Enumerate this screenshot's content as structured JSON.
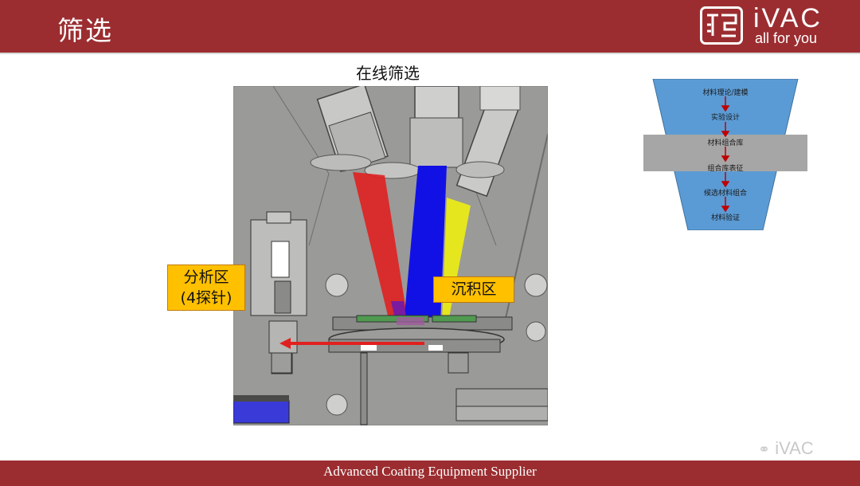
{
  "header": {
    "title": "筛选",
    "logo_name": "iVAC",
    "logo_tagline": "all for you"
  },
  "main": {
    "title": "在线筛选",
    "callout_analysis": [
      "分析区",
      "(4探针)"
    ],
    "callout_deposition": "沉积区"
  },
  "funnel": {
    "steps": [
      "材料理论/建模",
      "实验设计",
      "材料组合库",
      "组合库表征",
      "候选材料组合",
      "材料验证"
    ]
  },
  "footer": {
    "text": "Advanced Coating Equipment Supplier"
  },
  "watermark": {
    "text": "iVAC"
  },
  "colors": {
    "brand": "#9b2d30",
    "callout": "#ffc000",
    "funnel_blue": "#5b9bd5",
    "funnel_band": "#a6a6a6"
  }
}
